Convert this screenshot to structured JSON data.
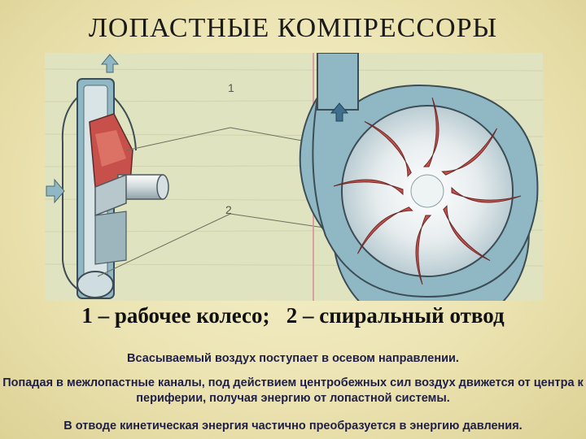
{
  "slide": {
    "title": "ЛОПАСТНЫЕ  КОМПРЕССОРЫ",
    "figure": {
      "label_1": "1",
      "label_2": "2"
    },
    "caption": "1 – рабочее колесо;   2 – спиральный отвод",
    "paragraphs": [
      "Всасываемый воздух поступает в осевом направлении.",
      "Попадая в межлопастные каналы,  под действием центробежных сил воздух движется от центра к периферии, получая энергию от лопастной системы.",
      "В отводе кинетическая энергия частично преобразуется в энергию давления."
    ]
  },
  "colors": {
    "background": "#f2ecc4",
    "figure_background": "#dfe3bf",
    "casing_blue": "#8fb8c4",
    "impeller_red": "#c8504a",
    "text_dark": "#1e1e46"
  },
  "icons": [
    "arrow-up-icon",
    "arrow-right-icon"
  ]
}
